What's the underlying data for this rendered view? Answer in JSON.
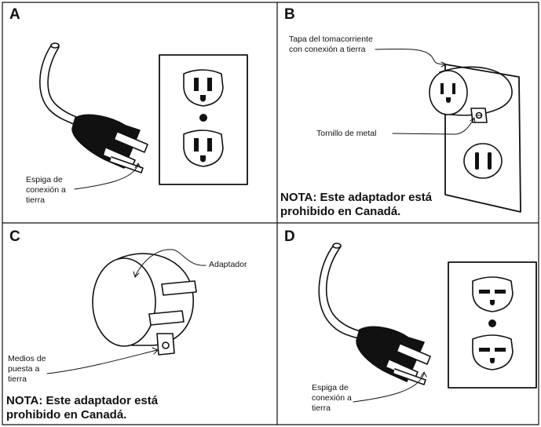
{
  "panels": [
    {
      "letter": "A",
      "callouts": {
        "grounding_pin": [
          "Espiga de",
          "conexión a",
          "tierra"
        ]
      }
    },
    {
      "letter": "B",
      "callouts": {
        "cover_plate": [
          "Tapa del tomacorriente",
          "con conexión a tierra"
        ],
        "metal_screw": "Tornillo de metal"
      },
      "note": [
        "NOTA: Este adaptador está",
        "prohibido en Canadá."
      ]
    },
    {
      "letter": "C",
      "callouts": {
        "adapter": "Adaptador",
        "grounding_means": [
          "Medios de",
          "puesta a",
          "tierra"
        ]
      },
      "note": [
        "NOTA: Este adaptador está",
        "prohibido en Canadá."
      ]
    },
    {
      "letter": "D",
      "callouts": {
        "grounding_pin": [
          "Espiga de",
          "conexión a",
          "tierra"
        ]
      }
    }
  ]
}
